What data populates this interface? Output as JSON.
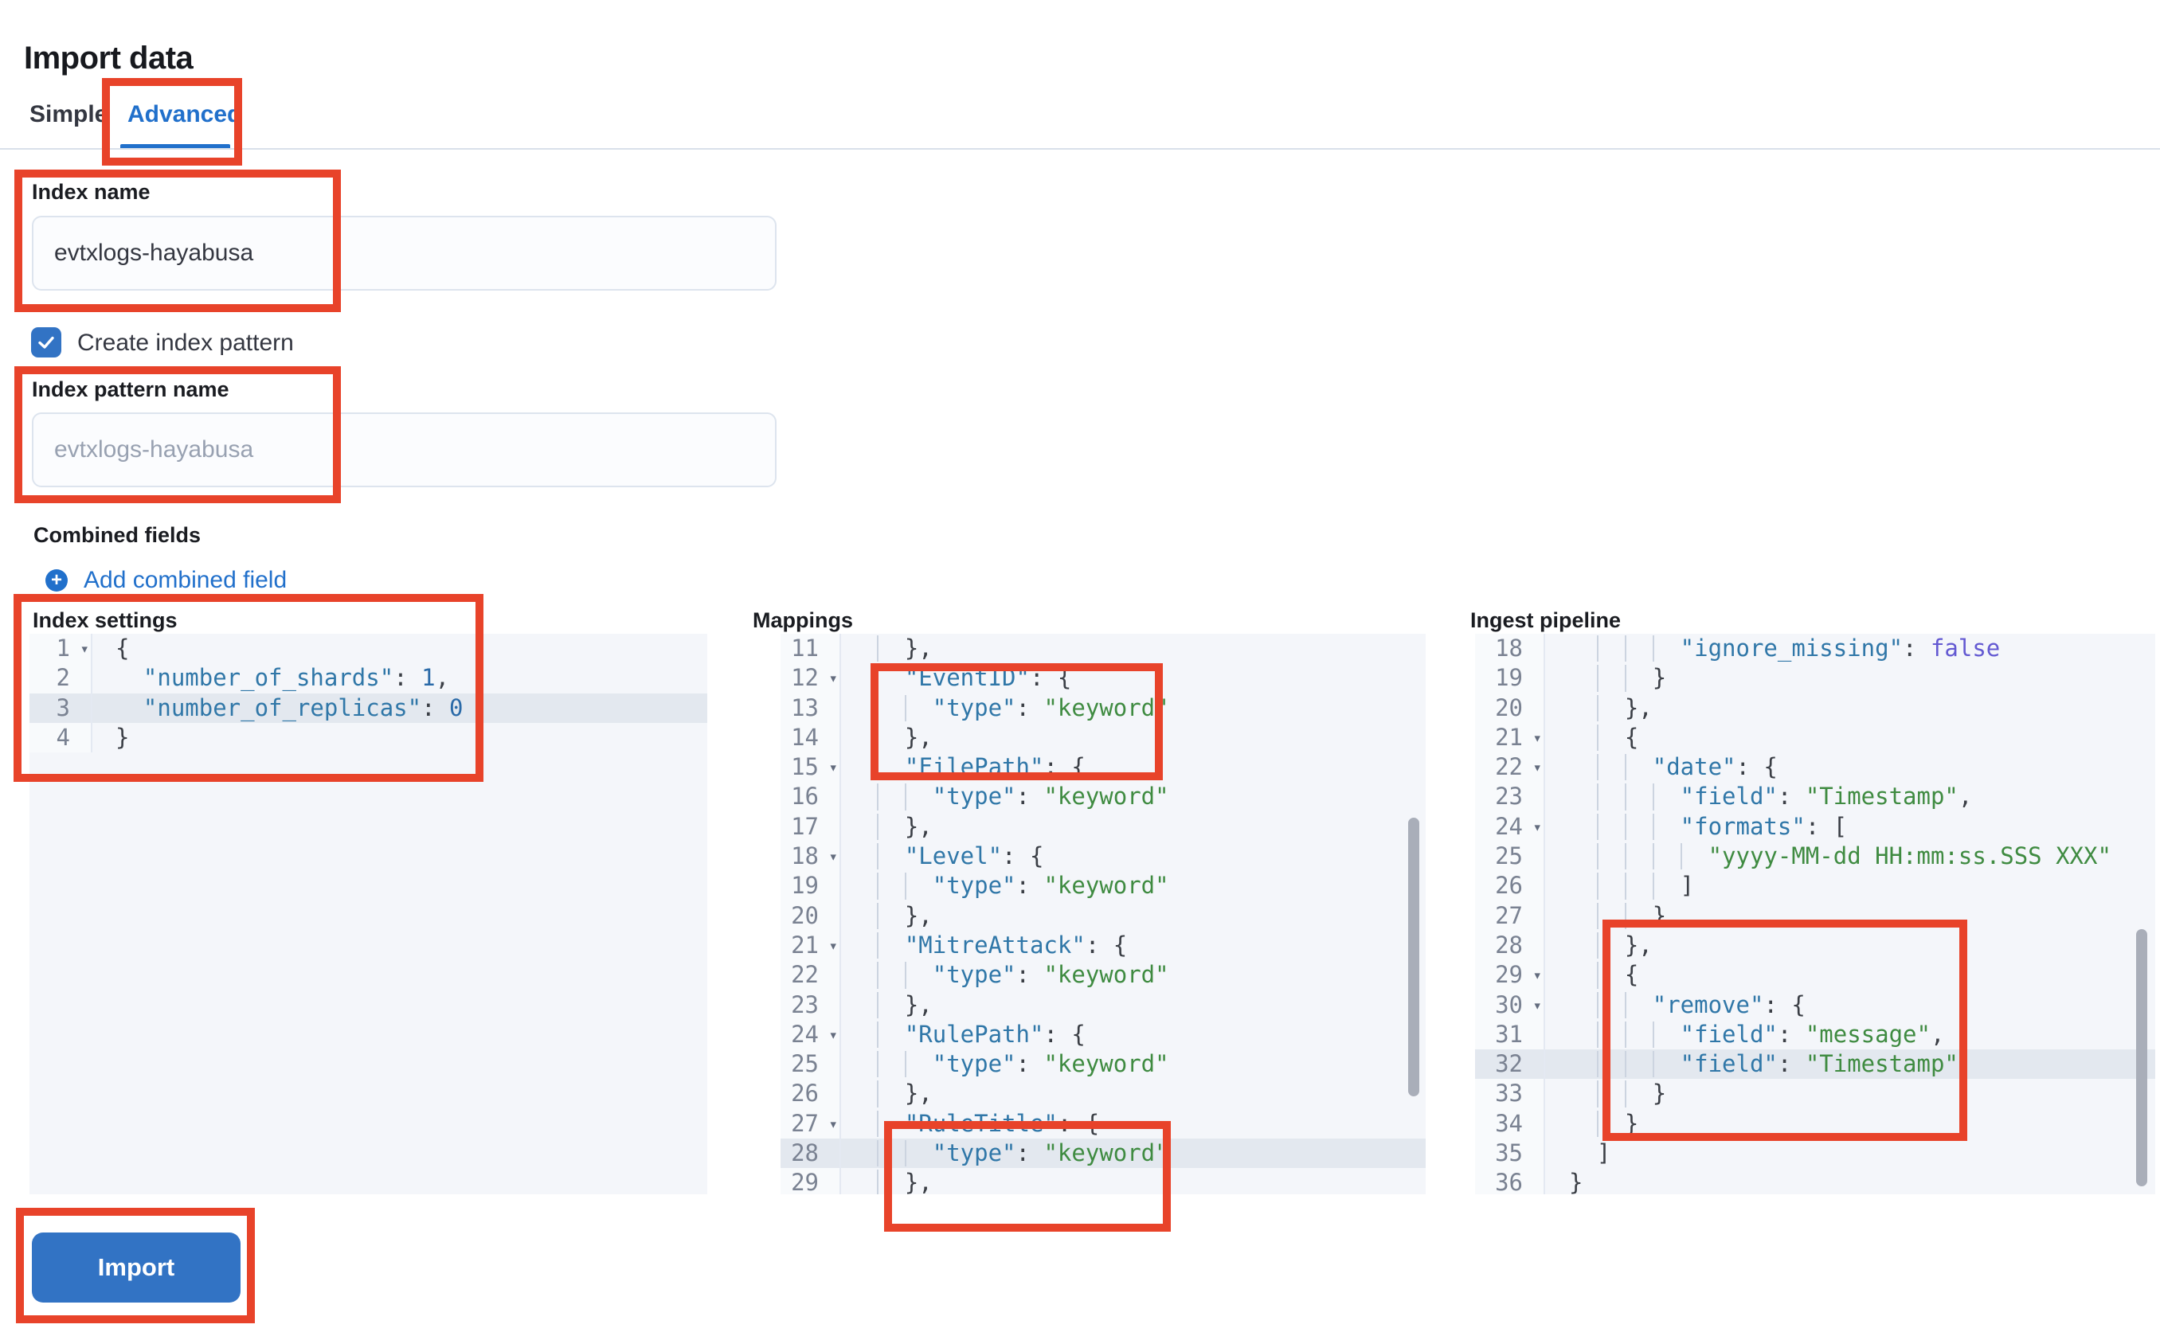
{
  "colors": {
    "primary_blue": "#3273c4",
    "link_blue": "#2170cb",
    "annotation_red": "#e8432a",
    "key_blue": "#3077a8",
    "string_green": "#3f8b41",
    "number_blue": "#2a6aa8",
    "boolean_purple": "#6359d2"
  },
  "page": {
    "title": "Import data"
  },
  "tabs": {
    "simple": "Simple",
    "advanced": "Advanced"
  },
  "form": {
    "index_name_label": "Index name",
    "index_name_value": "evtxlogs-hayabusa",
    "create_index_pattern_label": "Create index pattern",
    "index_pattern_label": "Index pattern name",
    "index_pattern_placeholder": "evtxlogs-hayabusa",
    "combined_fields_label": "Combined fields",
    "add_combined_field_label": "Add combined field"
  },
  "editors": {
    "index_settings": {
      "label": "Index settings",
      "active_line": 3,
      "lines": [
        {
          "n": 1,
          "fold": true,
          "ind": 0,
          "tok": [
            [
              "p",
              "{"
            ]
          ]
        },
        {
          "n": 2,
          "ind": 2,
          "tok": [
            [
              "k",
              "\"number_of_shards\""
            ],
            [
              "p",
              ": "
            ],
            [
              "n",
              "1"
            ],
            [
              "p",
              ","
            ]
          ]
        },
        {
          "n": 3,
          "ind": 2,
          "tok": [
            [
              "k",
              "\"number_of_replicas\""
            ],
            [
              "p",
              ": "
            ],
            [
              "n",
              "0"
            ]
          ]
        },
        {
          "n": 4,
          "ind": 0,
          "tok": [
            [
              "p",
              "}"
            ]
          ]
        }
      ]
    },
    "mappings": {
      "label": "Mappings",
      "active_line": 28,
      "lines": [
        {
          "n": 11,
          "ind": 4,
          "tok": [
            [
              "p",
              "},"
            ]
          ]
        },
        {
          "n": 12,
          "fold": true,
          "ind": 4,
          "tok": [
            [
              "k",
              "\"EventID\""
            ],
            [
              "p",
              ": {"
            ]
          ]
        },
        {
          "n": 13,
          "ind": 6,
          "tok": [
            [
              "k",
              "\"type\""
            ],
            [
              "p",
              ": "
            ],
            [
              "s",
              "\"keyword\""
            ]
          ]
        },
        {
          "n": 14,
          "ind": 4,
          "tok": [
            [
              "p",
              "},"
            ]
          ]
        },
        {
          "n": 15,
          "fold": true,
          "ind": 4,
          "tok": [
            [
              "k",
              "\"FilePath\""
            ],
            [
              "p",
              ": {"
            ]
          ]
        },
        {
          "n": 16,
          "ind": 6,
          "tok": [
            [
              "k",
              "\"type\""
            ],
            [
              "p",
              ": "
            ],
            [
              "s",
              "\"keyword\""
            ]
          ]
        },
        {
          "n": 17,
          "ind": 4,
          "tok": [
            [
              "p",
              "},"
            ]
          ]
        },
        {
          "n": 18,
          "fold": true,
          "ind": 4,
          "tok": [
            [
              "k",
              "\"Level\""
            ],
            [
              "p",
              ": {"
            ]
          ]
        },
        {
          "n": 19,
          "ind": 6,
          "tok": [
            [
              "k",
              "\"type\""
            ],
            [
              "p",
              ": "
            ],
            [
              "s",
              "\"keyword\""
            ]
          ]
        },
        {
          "n": 20,
          "ind": 4,
          "tok": [
            [
              "p",
              "},"
            ]
          ]
        },
        {
          "n": 21,
          "fold": true,
          "ind": 4,
          "tok": [
            [
              "k",
              "\"MitreAttack\""
            ],
            [
              "p",
              ": {"
            ]
          ]
        },
        {
          "n": 22,
          "ind": 6,
          "tok": [
            [
              "k",
              "\"type\""
            ],
            [
              "p",
              ": "
            ],
            [
              "s",
              "\"keyword\""
            ]
          ]
        },
        {
          "n": 23,
          "ind": 4,
          "tok": [
            [
              "p",
              "},"
            ]
          ]
        },
        {
          "n": 24,
          "fold": true,
          "ind": 4,
          "tok": [
            [
              "k",
              "\"RulePath\""
            ],
            [
              "p",
              ": {"
            ]
          ]
        },
        {
          "n": 25,
          "ind": 6,
          "tok": [
            [
              "k",
              "\"type\""
            ],
            [
              "p",
              ": "
            ],
            [
              "s",
              "\"keyword\""
            ]
          ]
        },
        {
          "n": 26,
          "ind": 4,
          "tok": [
            [
              "p",
              "},"
            ]
          ]
        },
        {
          "n": 27,
          "fold": true,
          "ind": 4,
          "tok": [
            [
              "k",
              "\"RuleTitle\""
            ],
            [
              "p",
              ": {"
            ]
          ]
        },
        {
          "n": 28,
          "ind": 6,
          "tok": [
            [
              "k",
              "\"type\""
            ],
            [
              "p",
              ": "
            ],
            [
              "s",
              "\"keyword\""
            ]
          ]
        },
        {
          "n": 29,
          "ind": 4,
          "tok": [
            [
              "p",
              "},"
            ]
          ]
        }
      ]
    },
    "ingest_pipeline": {
      "label": "Ingest pipeline",
      "active_line": 32,
      "lines": [
        {
          "n": 18,
          "ind": 8,
          "tok": [
            [
              "k",
              "\"ignore_missing\""
            ],
            [
              "p",
              ": "
            ],
            [
              "b",
              "false"
            ]
          ]
        },
        {
          "n": 19,
          "ind": 6,
          "tok": [
            [
              "p",
              "}"
            ]
          ]
        },
        {
          "n": 20,
          "ind": 4,
          "tok": [
            [
              "p",
              "},"
            ]
          ]
        },
        {
          "n": 21,
          "fold": true,
          "ind": 4,
          "tok": [
            [
              "p",
              "{"
            ]
          ]
        },
        {
          "n": 22,
          "fold": true,
          "ind": 6,
          "tok": [
            [
              "k",
              "\"date\""
            ],
            [
              "p",
              ": {"
            ]
          ]
        },
        {
          "n": 23,
          "ind": 8,
          "tok": [
            [
              "k",
              "\"field\""
            ],
            [
              "p",
              ": "
            ],
            [
              "s",
              "\"Timestamp\""
            ],
            [
              "p",
              ","
            ]
          ]
        },
        {
          "n": 24,
          "fold": true,
          "ind": 8,
          "tok": [
            [
              "k",
              "\"formats\""
            ],
            [
              "p",
              ": ["
            ]
          ]
        },
        {
          "n": 25,
          "ind": 10,
          "tok": [
            [
              "s",
              "\"yyyy-MM-dd HH:mm:ss.SSS XXX\""
            ]
          ]
        },
        {
          "n": 26,
          "ind": 8,
          "tok": [
            [
              "p",
              "]"
            ]
          ]
        },
        {
          "n": 27,
          "ind": 6,
          "tok": [
            [
              "p",
              "}"
            ]
          ]
        },
        {
          "n": 28,
          "ind": 4,
          "tok": [
            [
              "p",
              "},"
            ]
          ]
        },
        {
          "n": 29,
          "fold": true,
          "ind": 4,
          "tok": [
            [
              "p",
              "{"
            ]
          ]
        },
        {
          "n": 30,
          "fold": true,
          "ind": 6,
          "tok": [
            [
              "k",
              "\"remove\""
            ],
            [
              "p",
              ": {"
            ]
          ]
        },
        {
          "n": 31,
          "ind": 8,
          "tok": [
            [
              "k",
              "\"field\""
            ],
            [
              "p",
              ": "
            ],
            [
              "s",
              "\"message\""
            ],
            [
              "p",
              ","
            ]
          ]
        },
        {
          "n": 32,
          "ind": 8,
          "tok": [
            [
              "k",
              "\"field\""
            ],
            [
              "p",
              ": "
            ],
            [
              "s",
              "\"Timestamp\""
            ]
          ]
        },
        {
          "n": 33,
          "ind": 6,
          "tok": [
            [
              "p",
              "}"
            ]
          ]
        },
        {
          "n": 34,
          "ind": 4,
          "tok": [
            [
              "p",
              "}"
            ]
          ]
        },
        {
          "n": 35,
          "ind": 2,
          "tok": [
            [
              "p",
              "]"
            ]
          ]
        },
        {
          "n": 36,
          "ind": 0,
          "tok": [
            [
              "p",
              "}"
            ]
          ]
        }
      ]
    }
  },
  "actions": {
    "import_label": "Import"
  }
}
